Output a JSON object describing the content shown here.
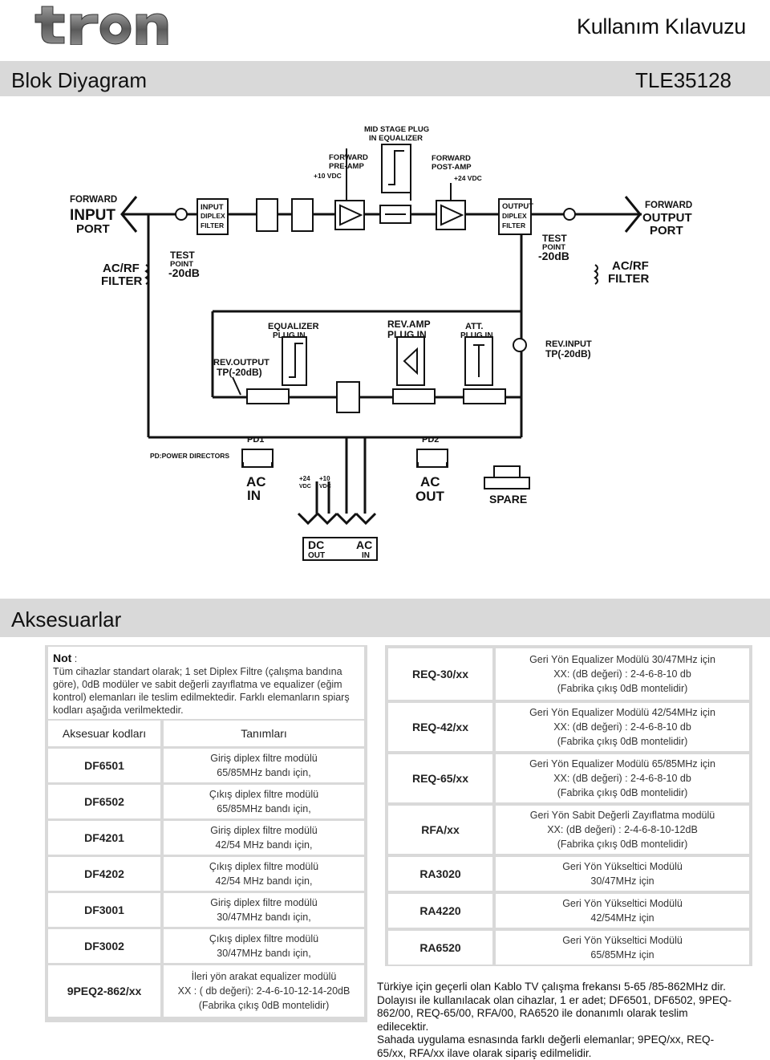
{
  "header": {
    "logo_text": "tron",
    "title": "Kullanım Kılavuzu"
  },
  "band1": {
    "left": "Blok Diyagram",
    "right": "TLE35128"
  },
  "diagram": {
    "mid_stage": [
      "MID STAGE PLUG",
      "IN EQUALIZER"
    ],
    "fwd_preamp": [
      "FORWARD",
      "PRE-AMP"
    ],
    "v10_top": "+10 VDC",
    "fwd_postamp": [
      "FORWARD",
      "POST-AMP"
    ],
    "v24_top": "+24 VDC",
    "fwd_input": [
      "FORWARD",
      "INPUT",
      "PORT"
    ],
    "input_diplex": [
      "INPUT",
      "DIPLEX",
      "FILTER"
    ],
    "output_diplex": [
      "OUTPUT",
      "DIPLEX",
      "FILTER"
    ],
    "fwd_output": [
      "FORWARD",
      "OUTPUT",
      "PORT"
    ],
    "acrf_left": [
      "AC/RF",
      "FILTER"
    ],
    "tp_left": [
      "TEST",
      "POINT",
      "-20dB"
    ],
    "tp_right": [
      "TEST",
      "POINT",
      "-20dB"
    ],
    "acrf_right": [
      "AC/RF",
      "FILTER"
    ],
    "eq_plug": [
      "EQUALIZER",
      "PLUG IN"
    ],
    "rev_amp": [
      "REV.AMP",
      "PLUG IN"
    ],
    "att": [
      "ATT.",
      "PLUG IN"
    ],
    "rev_output": [
      "REV.OUTPUT",
      "TP(-20dB)"
    ],
    "rev_input": [
      "REV.INPUT",
      "TP(-20dB)"
    ],
    "pd_label": "PD:POWER DIRECTORS",
    "pd1": "PD1",
    "pd2": "PD2",
    "ac_in": [
      "AC",
      "IN"
    ],
    "v24": [
      "+24",
      "VDC"
    ],
    "v10": [
      "+10",
      "VDC"
    ],
    "ac_out": [
      "AC",
      "OUT"
    ],
    "spare": "SPARE",
    "dc_out": [
      "DC",
      "OUT"
    ],
    "ac_in2": [
      "AC",
      "IN"
    ]
  },
  "band2": {
    "title": "Aksesuarlar"
  },
  "note": {
    "title": "Not",
    "colon": " :",
    "text": "Tüm cihazlar standart olarak; 1 set Diplex Filtre (çalışma bandına göre), 0dB modüler ve sabit değerli zayıflatma ve equalizer (eğim kontrol) elemanları ile teslim edilmektedir. Farklı elemanların spiarş kodları aşağıda verilmektedir."
  },
  "left_table": {
    "headers": [
      "Aksesuar kodları",
      "Tanımları"
    ],
    "rows": [
      {
        "code": "DF6501",
        "desc": [
          "Giriş diplex filtre modülü",
          "65/85MHz bandı için,"
        ]
      },
      {
        "code": "DF6502",
        "desc": [
          "Çıkış diplex filtre modülü",
          "65/85MHz bandı için,"
        ]
      },
      {
        "code": "DF4201",
        "desc": [
          "Giriş diplex filtre modülü",
          "42/54 MHz bandı için,"
        ]
      },
      {
        "code": "DF4202",
        "desc": [
          "Çıkış diplex filtre modülü",
          "42/54 MHz bandı için,"
        ]
      },
      {
        "code": "DF3001",
        "desc": [
          "Giriş diplex filtre modülü",
          "30/47MHz bandı için,"
        ]
      },
      {
        "code": "DF3002",
        "desc": [
          "Çıkış diplex filtre modülü",
          "30/47MHz bandı için,"
        ]
      },
      {
        "code": "9PEQ2-862/xx",
        "desc": [
          "İleri yön arakat equalizer modülü",
          "XX : ( db değeri): 2-4-6-10-12-14-20dB",
          "(Fabrika çıkış 0dB montelidir)"
        ]
      }
    ]
  },
  "right_table": {
    "rows": [
      {
        "code": "REQ-30/xx",
        "desc": [
          "Geri Yön Equalizer Modülü 30/47MHz için",
          "XX: (dB değeri) : 2-4-6-8-10 db",
          "(Fabrika çıkış 0dB montelidir)"
        ]
      },
      {
        "code": "REQ-42/xx",
        "desc": [
          "Geri Yön Equalizer Modülü 42/54MHz için",
          "XX: (dB değeri) : 2-4-6-8-10 db",
          "(Fabrika çıkış 0dB montelidir)"
        ]
      },
      {
        "code": "REQ-65/xx",
        "desc": [
          "Geri Yön Equalizer Modülü 65/85MHz için",
          "XX: (dB değeri) : 2-4-6-8-10 db",
          "(Fabrika çıkış 0dB montelidir)"
        ]
      },
      {
        "code": "RFA/xx",
        "desc": [
          "Geri Yön Sabit Değerli Zayıflatma modülü",
          "XX: (dB değeri) : 2-4-6-8-10-12dB",
          "(Fabrika çıkış 0dB montelidir)"
        ]
      },
      {
        "code": "RA3020",
        "desc": [
          "Geri Yön Yükseltici Modülü",
          "30/47MHz için"
        ]
      },
      {
        "code": "RA4220",
        "desc": [
          "Geri Yön Yükseltici Modülü",
          "42/54MHz için"
        ]
      },
      {
        "code": "RA6520",
        "desc": [
          "Geri Yön Yükseltici Modülü",
          "65/85MHz için"
        ]
      }
    ]
  },
  "footer": {
    "lines": [
      "Türkiye için geçerli olan Kablo TV çalışma frekansı 5-65 /85-862MHz dir.",
      "Dolayısı ile kullanılacak olan cihazlar, 1 er adet; DF6501, DF6502, 9PEQ-",
      "862/00, REQ-65/00, RFA/00, RA6520 ile donanımlı olarak teslim",
      "edilecektir.",
      "Sahada uygulama esnasında farklı değerli elemanlar; 9PEQ/xx, REQ-",
      "65/xx, RFA/xx ilave olarak sipariş edilmelidir."
    ]
  }
}
